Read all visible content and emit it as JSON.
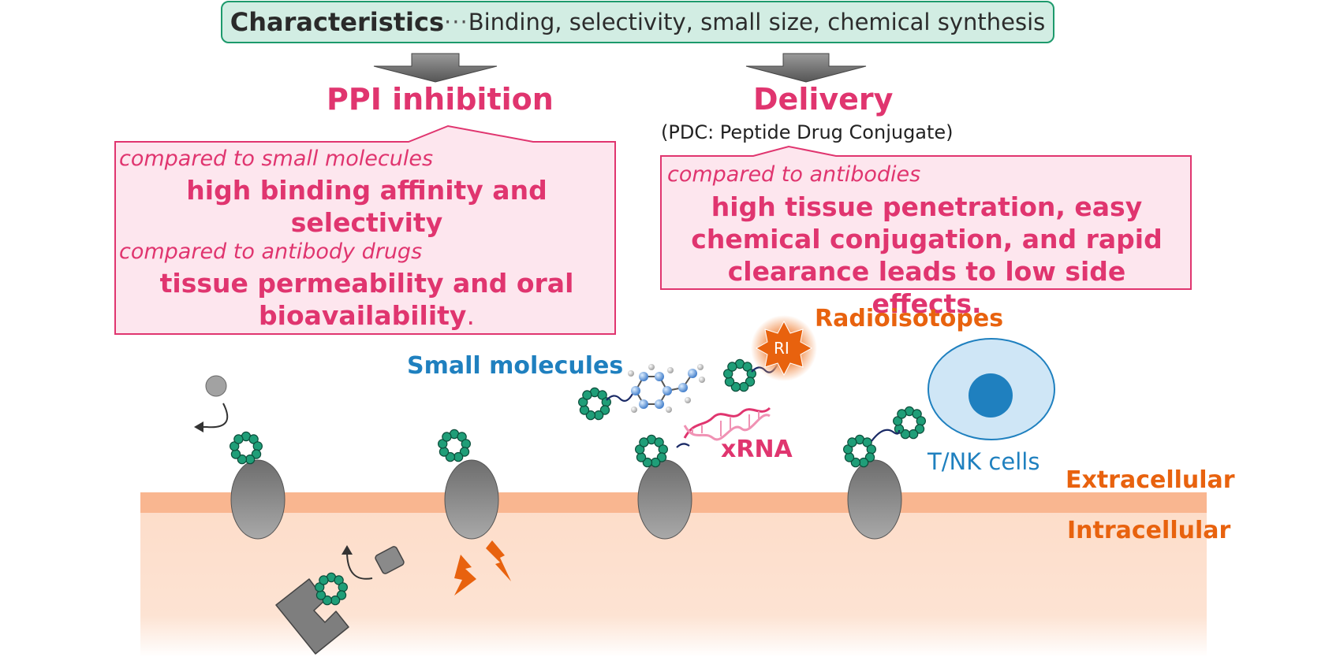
{
  "characteristics": {
    "label": "Characteristics",
    "separator": "···",
    "text": "Binding, selectivity, small size, chemical synthesis"
  },
  "ppi": {
    "title": "PPI inhibition",
    "compare1": "compared to small molecules",
    "benefit1": "high binding affinity and selectivity",
    "compare2": "compared to antibody drugs",
    "benefit2": "tissue permeability and oral bioavailability",
    "benefit2_end": "."
  },
  "delivery": {
    "title": "Delivery",
    "subtitle": "(PDC: Peptide Drug Conjugate)",
    "compare": "compared to antibodies",
    "benefit": "high tissue penetration, easy chemical conjugation, and rapid clearance leads to low side effects."
  },
  "labels": {
    "small_molecules": "Small molecules",
    "radioisotopes": "Radioisotopes",
    "ri": "RI",
    "xrna": "xRNA",
    "tnk": "T/NK cells",
    "extracellular": "Extracellular",
    "intracellular": "Intracellular"
  },
  "colors": {
    "accent_pink": "#e0356f",
    "box_fill": "#fde6ee",
    "teal": "#1d9a6c",
    "peptide_green": "#1f9e78",
    "blue": "#1f80bf",
    "orange": "#e8620e",
    "membrane": "#f9b690",
    "cytoplasm": "#fddcc8",
    "receptor_gray": "#808080"
  }
}
